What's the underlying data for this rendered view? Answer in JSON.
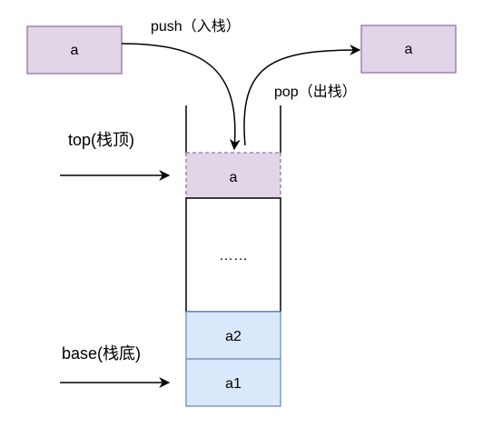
{
  "boxes": {
    "input": "a",
    "output": "a",
    "top_element": "a",
    "ellipsis": "……",
    "a2": "a2",
    "a1": "a1"
  },
  "labels": {
    "push": "push（入栈）",
    "pop": "pop（出栈）",
    "top": "top(栈顶)",
    "base": "base(栈底)"
  },
  "colors": {
    "purple_fill": "#e1d5e7",
    "purple_stroke": "#9673a6",
    "blue_fill": "#dae8fc",
    "blue_stroke": "#6c8ebf",
    "line": "#000000"
  }
}
